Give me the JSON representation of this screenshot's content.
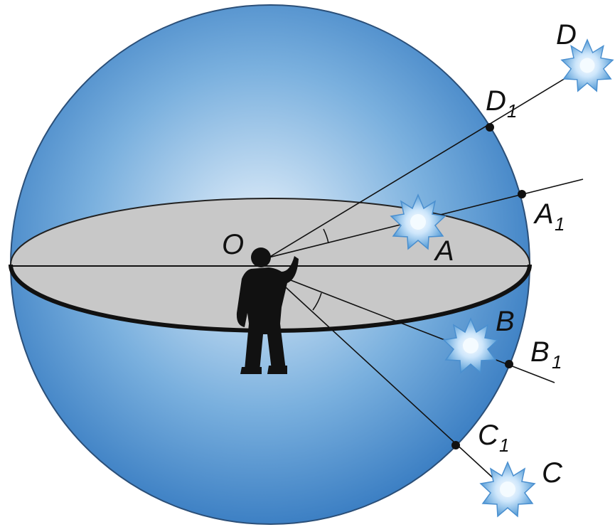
{
  "colors": {
    "sphere_light": "#e6f1fb",
    "sphere_mid": "#7ab0de",
    "sphere_dark": "#2f75be",
    "plane_fill": "#c8c8c8",
    "line": "#111111",
    "star_outer": "#5a9fd8",
    "star_inner": "#eaf6ff",
    "observer": "#111111"
  },
  "icons": {
    "star": "star-icon",
    "observer": "person-icon"
  },
  "labels": {
    "O": "O",
    "A": "A",
    "B": "B",
    "C": "C",
    "D": "D",
    "A1": "A",
    "A1_sub": "1",
    "B1": "B",
    "B1_sub": "1",
    "C1": "C",
    "C1_sub": "1",
    "D1": "D",
    "D1_sub": "1"
  }
}
